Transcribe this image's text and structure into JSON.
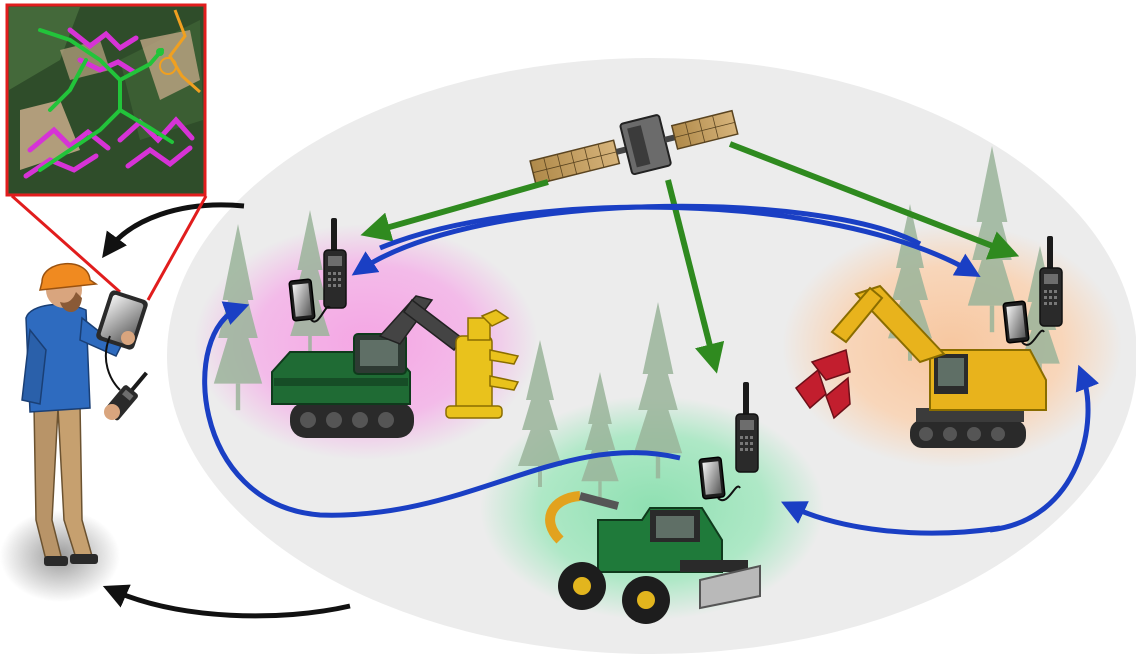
{
  "diagram": {
    "colors": {
      "background": "#ffffff",
      "ellipse": "#ececec",
      "feller_glow": "#f2b6e6",
      "skidder_glow": "#a9e6c2",
      "excavator_glow": "#f6cfae",
      "satellite_link": "#2f8a1f",
      "mesh_link": "#1a3fc4",
      "map_link": "#111111",
      "inset_border": "#e11d1d",
      "map_track_green": "#22c43a",
      "map_track_magenta": "#d633d6",
      "map_track_orange": "#f0a020"
    },
    "nodes": [
      {
        "name": "satellite",
        "icon": "satellite-icon"
      },
      {
        "name": "feller-buncher",
        "icon": "feller-buncher-icon",
        "devices": [
          "radio-icon",
          "tablet-icon"
        ]
      },
      {
        "name": "skidder",
        "icon": "skidder-icon",
        "devices": [
          "radio-icon",
          "tablet-icon"
        ]
      },
      {
        "name": "harvester-excavator",
        "icon": "excavator-icon",
        "devices": [
          "radio-icon",
          "tablet-icon"
        ]
      },
      {
        "name": "forester",
        "icon": "forester-icon",
        "devices": [
          "handheld-tablet-icon",
          "handheld-radio-icon"
        ]
      },
      {
        "name": "map-inset",
        "icon": "aerial-map-icon"
      }
    ]
  }
}
